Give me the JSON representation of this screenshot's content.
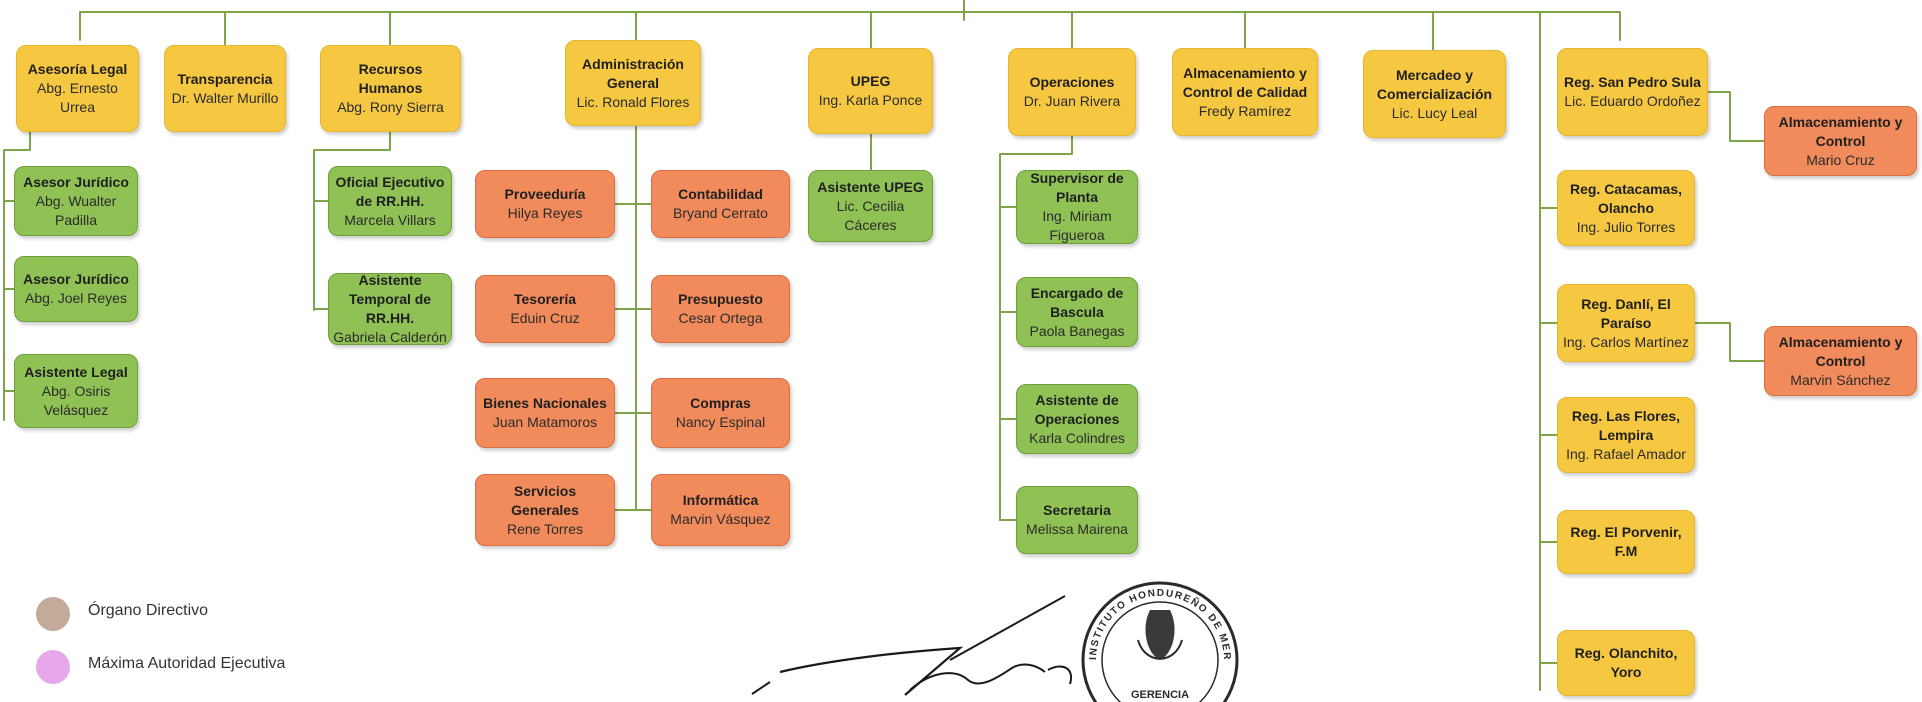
{
  "colors": {
    "line": "#7ea54a",
    "yellow": "#f6c842",
    "green": "#8fc155",
    "orange": "#f28b5b",
    "legend_directivo": "#c4aa98",
    "legend_autoridad": "#e6a8ea"
  },
  "nodes": {
    "asesoria": {
      "title": "Asesoría Legal",
      "name": "Abg. Ernesto Urrea"
    },
    "transparencia": {
      "title": "Transparencia",
      "name": "Dr. Walter Murillo"
    },
    "rrhh": {
      "title": "Recursos Humanos",
      "name": "Abg. Rony Sierra"
    },
    "admin": {
      "title": "Administración General",
      "name": "Lic. Ronald Flores"
    },
    "upeg": {
      "title": "UPEG",
      "name": "Ing. Karla Ponce"
    },
    "operaciones": {
      "title": "Operaciones",
      "name": "Dr. Juan Rivera"
    },
    "almacen_calidad": {
      "title": "Almacenamiento y Control de Calidad",
      "name": "Fredy Ramírez"
    },
    "mercadeo": {
      "title": "Mercadeo y Comercialización",
      "name": "Lic. Lucy Leal"
    },
    "reg_sps": {
      "title": "Reg. San Pedro Sula",
      "name": "Lic. Eduardo Ordoñez"
    },
    "almacen_mc": {
      "title": "Almacenamiento y Control",
      "name": "Mario Cruz"
    },
    "asesor1": {
      "title": "Asesor Jurídico",
      "name": "Abg. Wualter Padilla"
    },
    "asesor2": {
      "title": "Asesor Jurídico",
      "name": "Abg. Joel Reyes"
    },
    "asist_legal": {
      "title": "Asistente Legal",
      "name": "Abg. Osiris Velásquez"
    },
    "oficial_rrhh": {
      "title": "Oficial Ejecutivo de RR.HH.",
      "name": "Marcela Villars"
    },
    "asist_rrhh": {
      "title": "Asistente Temporal de RR.HH.",
      "name": "Gabriela Calderón"
    },
    "proveeduria": {
      "title": "Proveeduría",
      "name": "Hilya Reyes"
    },
    "contabilidad": {
      "title": "Contabilidad",
      "name": "Bryand Cerrato"
    },
    "tesoreria": {
      "title": "Tesorería",
      "name": "Eduin Cruz"
    },
    "presupuesto": {
      "title": "Presupuesto",
      "name": "Cesar Ortega"
    },
    "bienes": {
      "title": "Bienes Nacionales",
      "name": "Juan Matamoros"
    },
    "compras": {
      "title": "Compras",
      "name": "Nancy Espinal"
    },
    "servicios": {
      "title": "Servicios Generales",
      "name": "Rene Torres"
    },
    "informatica": {
      "title": "Informática",
      "name": "Marvin Vásquez"
    },
    "asist_upeg": {
      "title": "Asistente UPEG",
      "name": "Lic. Cecilia Cáceres"
    },
    "supervisor": {
      "title": "Supervisor de Planta",
      "name": "Ing. Miriam Figueroa"
    },
    "bascula": {
      "title": "Encargado de Bascula",
      "name": "Paola Banegas"
    },
    "asist_oper": {
      "title": "Asistente de Operaciones",
      "name": "Karla Colindres"
    },
    "secretaria": {
      "title": "Secretaria",
      "name": "Melissa Mairena"
    },
    "reg_catacamas": {
      "title": "Reg. Catacamas, Olancho",
      "name": "Ing. Julio Torres"
    },
    "reg_danli": {
      "title": "Reg. Danlí, El Paraíso",
      "name": "Ing. Carlos Martínez"
    },
    "almacen_ms": {
      "title": "Almacenamiento y Control",
      "name": "Marvin Sánchez"
    },
    "reg_flores": {
      "title": "Reg. Las Flores, Lempira",
      "name": "Ing. Rafael Amador"
    },
    "reg_porvenir": {
      "title": "Reg. El Porvenir, F.M",
      "name": ""
    },
    "reg_olanchito": {
      "title": "Reg. Olanchito, Yoro",
      "name": ""
    }
  },
  "legend": [
    {
      "label": "Órgano Directivo",
      "color": "#c4aa98"
    },
    {
      "label": "Máxima Autoridad Ejecutiva",
      "color": "#e6a8ea"
    }
  ],
  "seal": {
    "outer_text": "INSTITUTO HONDUREÑO DE MERCADEO AGRÍCOLA",
    "inner_text": "GERENCIA"
  }
}
